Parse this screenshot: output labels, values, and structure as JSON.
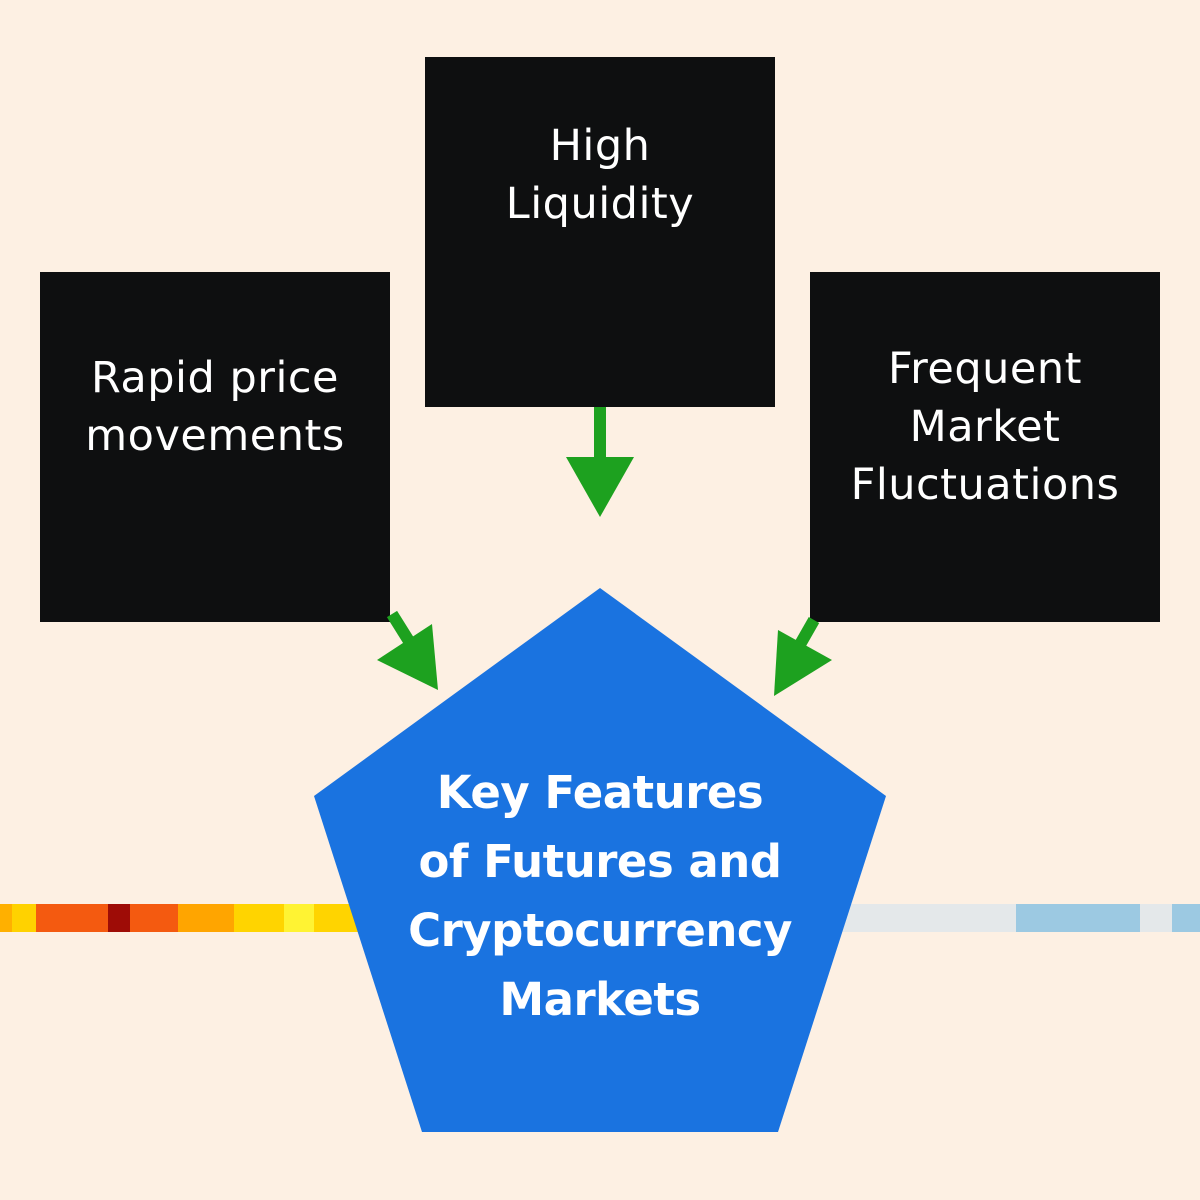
{
  "diagram": {
    "boxes": {
      "left": "Rapid price\nmovements",
      "center": "High\nLiquidity",
      "right": "Frequent\nMarket\nFluctuations"
    },
    "center_label": "Key Features\nof Futures and\nCryptocurrency\nMarkets"
  },
  "colors": {
    "background": "#FDF0E3",
    "box": "#0E0F10",
    "arrow": "#1DA11F",
    "pentagon": "#1A73E0"
  }
}
